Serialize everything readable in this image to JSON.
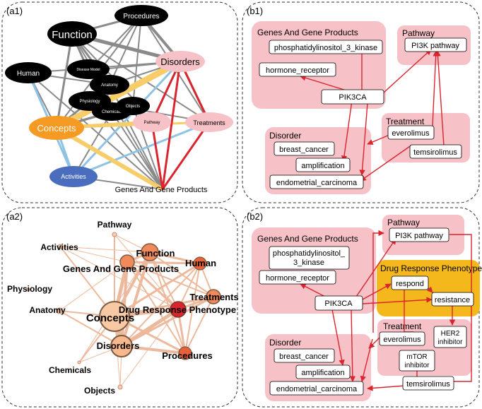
{
  "panels": {
    "a1": "(a1)",
    "a2": "(a2)",
    "b1": "(b1)",
    "b2": "(b2)"
  },
  "a1": {
    "nodes": {
      "procedures": "Procedures",
      "function": "Function",
      "human": "Human",
      "disease_model": "Disease Model",
      "anatomy": "Anatomy",
      "physiology": "Physiology",
      "chemicals": "Chemicals",
      "objects": "Objects",
      "disorders": "Disorders",
      "pathway": "Pathway",
      "treatments": "Treatments",
      "concepts": "Concepts",
      "activities": "Activities",
      "genes": "Genes And Gene Products"
    }
  },
  "a2": {
    "nodes": {
      "pathway": "Pathway",
      "activities": "Activities",
      "function": "Function",
      "genes": "Genes And Gene Products",
      "human": "Human",
      "physiology": "Physiology",
      "treatments": "Treatments",
      "anatomy": "Anatomy",
      "concepts": "Concepts",
      "drug_response": "Drug Response Phenotype",
      "disorders": "Disorders",
      "procedures": "Procedures",
      "chemicals": "Chemicals",
      "objects": "Objects"
    }
  },
  "b1": {
    "groups": {
      "genes": "Genes And Gene Products",
      "pathway": "Pathway",
      "treatment": "Treatment",
      "disorder": "Disorder"
    },
    "nodes": {
      "pi3k_kinase": "phosphatidylinositol_3_kinase",
      "hormone_receptor": "hormone_receptor",
      "pik3ca": "PIK3CA",
      "pi3k_pathway": "PI3K pathway",
      "everolimus": "everolimus",
      "temsirolimus": "temsirolimus",
      "breast_cancer": "breast_cancer",
      "amplification": "amplification",
      "endometrial": "endometrial_carcinoma"
    }
  },
  "b2": {
    "groups": {
      "genes": "Genes And Gene Products",
      "pathway": "Pathway",
      "drug_response": "Drug Response Phenotype",
      "treatment": "Treatment",
      "disorder": "Disorder"
    },
    "nodes": {
      "pi3k_kinase_l1": "phosphatidylinositol_",
      "pi3k_kinase_l2": "3_kinase",
      "hormone_receptor": "hormone_receptor",
      "pik3ca": "PIK3CA",
      "pi3k_pathway": "PI3K pathway",
      "respond": "respond",
      "resistance": "resistance",
      "her2_l1": "HER2",
      "her2_l2": "inhibitor",
      "everolimus": "everolimus",
      "mtor_l1": "mTOR",
      "mtor_l2": "inhibitor",
      "temsirolimus": "temsirolimus",
      "breast_cancer": "breast_cancer",
      "amplification": "amplification",
      "endometrial": "endometrial_carcinoma"
    }
  },
  "colors": {
    "black_node": "#000000",
    "orange_node": "#f59a23",
    "blue_node": "#4a6ebd",
    "pink_node": "#f6c1c7",
    "group_fill": "#f6c1c7",
    "drug_group_fill": "#f5b81c",
    "red_edge": "#d9252e",
    "gray_edge": "#8a8a8a",
    "blue_edge": "#8fc3e6",
    "yellow_edge": "#f7cd6a"
  }
}
